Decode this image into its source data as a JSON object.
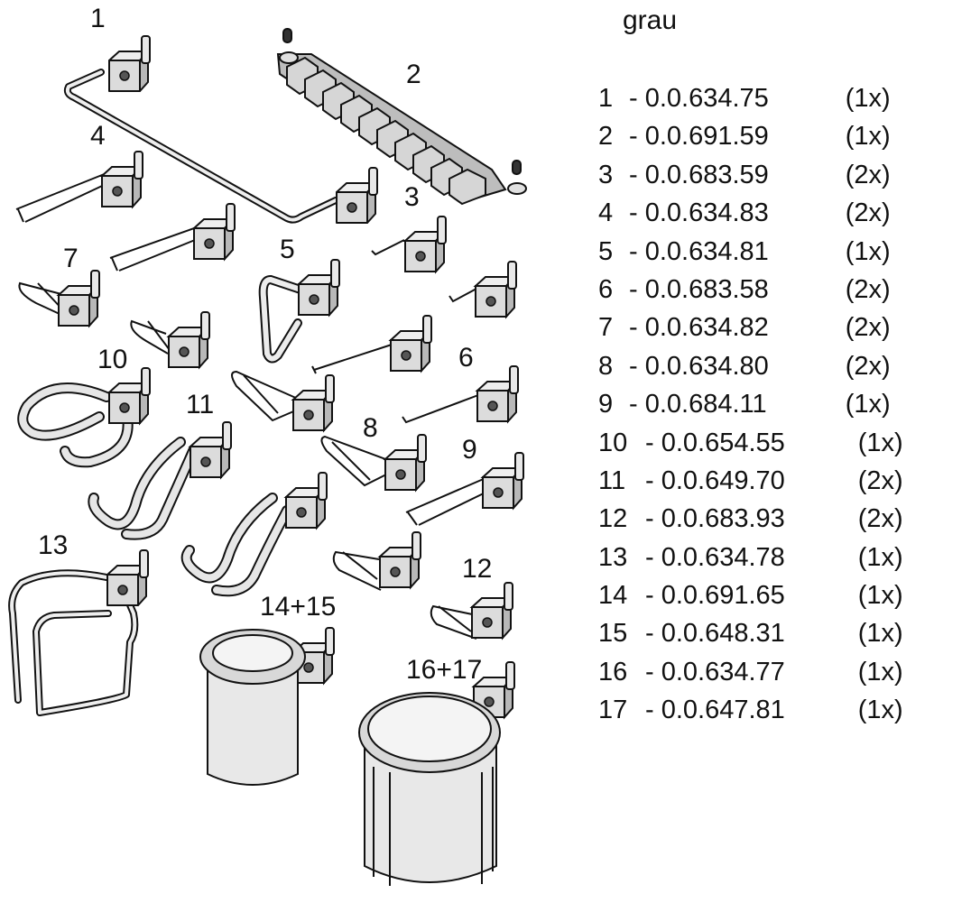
{
  "color_label": "grau",
  "callouts": {
    "c1": "1",
    "c2": "2",
    "c3": "3",
    "c4": "4",
    "c5": "5",
    "c6": "6",
    "c7": "7",
    "c8": "8",
    "c9": "9",
    "c10": "10",
    "c11": "11",
    "c12": "12",
    "c13": "13",
    "c14_15": "14+15",
    "c16_17": "16+17"
  },
  "parts": [
    {
      "num": "1",
      "code": "0.0.634.75",
      "qty": "(1x)"
    },
    {
      "num": "2",
      "code": "0.0.691.59",
      "qty": "(1x)"
    },
    {
      "num": "3",
      "code": "0.0.683.59",
      "qty": "(2x)"
    },
    {
      "num": "4",
      "code": "0.0.634.83",
      "qty": "(2x)"
    },
    {
      "num": "5",
      "code": "0.0.634.81",
      "qty": "(1x)"
    },
    {
      "num": "6",
      "code": "0.0.683.58",
      "qty": "(2x)"
    },
    {
      "num": "7",
      "code": "0.0.634.82",
      "qty": "(2x)"
    },
    {
      "num": "8",
      "code": "0.0.634.80",
      "qty": "(2x)"
    },
    {
      "num": "9",
      "code": "0.0.684.11",
      "qty": "(1x)"
    },
    {
      "num": "10",
      "code": "0.0.654.55",
      "qty": "(1x)"
    },
    {
      "num": "11",
      "code": "0.0.649.70",
      "qty": "(2x)"
    },
    {
      "num": "12",
      "code": "0.0.683.93",
      "qty": "(2x)"
    },
    {
      "num": "13",
      "code": "0.0.634.78",
      "qty": "(1x)"
    },
    {
      "num": "14",
      "code": "0.0.691.65",
      "qty": "(1x)"
    },
    {
      "num": "15",
      "code": "0.0.648.31",
      "qty": "(1x)"
    },
    {
      "num": "16",
      "code": "0.0.634.77",
      "qty": "(1x)"
    },
    {
      "num": "17",
      "code": "0.0.647.81",
      "qty": "(1x)"
    }
  ]
}
